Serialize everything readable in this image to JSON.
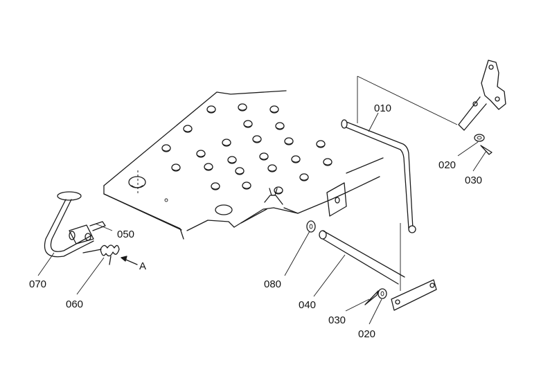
{
  "parts": [
    {
      "id": "p010",
      "label": "010"
    },
    {
      "id": "p020a",
      "label": "020"
    },
    {
      "id": "p030a",
      "label": "030"
    },
    {
      "id": "p050",
      "label": "050"
    },
    {
      "id": "p070",
      "label": "070"
    },
    {
      "id": "p060",
      "label": "060"
    },
    {
      "id": "p080",
      "label": "080"
    },
    {
      "id": "p040",
      "label": "040"
    },
    {
      "id": "p030b",
      "label": "030"
    },
    {
      "id": "p020b",
      "label": "020"
    }
  ],
  "arrow_label": "A"
}
